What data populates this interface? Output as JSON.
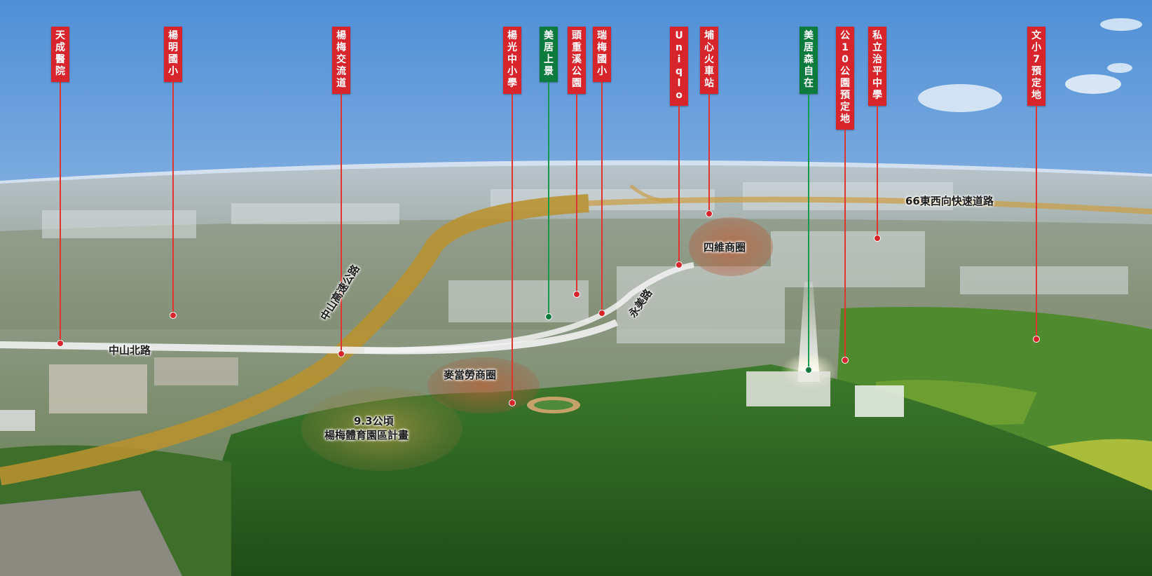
{
  "pins": [
    {
      "label": "天成醫院",
      "color": "red"
    },
    {
      "label": "楊明國小",
      "color": "red"
    },
    {
      "label": "楊梅交流道",
      "color": "red"
    },
    {
      "label": "楊光中小學",
      "color": "red"
    },
    {
      "label": "美居上景",
      "color": "green"
    },
    {
      "label": "頭重溪公園",
      "color": "red"
    },
    {
      "label": "瑞梅國小",
      "color": "red"
    },
    {
      "label": "Uniqlo",
      "color": "red"
    },
    {
      "label": "埔心火車站",
      "color": "red"
    },
    {
      "label": "美居森自在",
      "color": "green"
    },
    {
      "label": "公10公園預定地",
      "color": "red"
    },
    {
      "label": "私立治平中學",
      "color": "red"
    },
    {
      "label": "文小7預定地",
      "color": "red"
    }
  ],
  "roads": {
    "expressway_66": "66東西向快速道路",
    "zhongshan_highway": "中山高速公路",
    "zhongshan_north_road": "中山北路",
    "yongmei_road": "永美路"
  },
  "areas": {
    "siwei": "四維商圈",
    "mcdonalds": "麥當勞商圈",
    "sports_park_size": "9.3公頃",
    "sports_park_plan": "楊梅體育園區計畫"
  },
  "colors": {
    "pin_red": "#d7252b",
    "pin_green": "#0d7a3e",
    "highway": "#b8922f",
    "sky": "#7ea9dc",
    "forest": "#2f6b22"
  }
}
